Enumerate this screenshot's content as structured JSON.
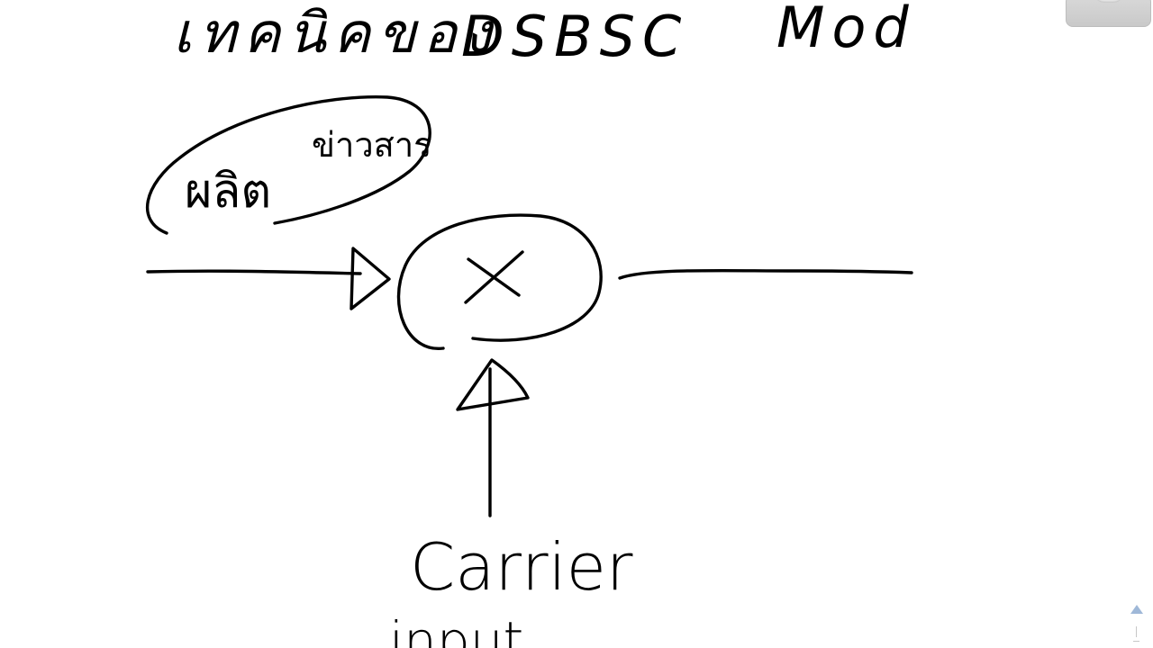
{
  "title": {
    "thai": "เทคนิคของ",
    "latin": "DSBSC",
    "suffix": "Mod"
  },
  "input_label": {
    "main": "ผลิต",
    "sup": "ข่าวสาร"
  },
  "multiplier_symbol": "×",
  "carrier_label": {
    "line1": "Carrier",
    "line2": "input"
  }
}
